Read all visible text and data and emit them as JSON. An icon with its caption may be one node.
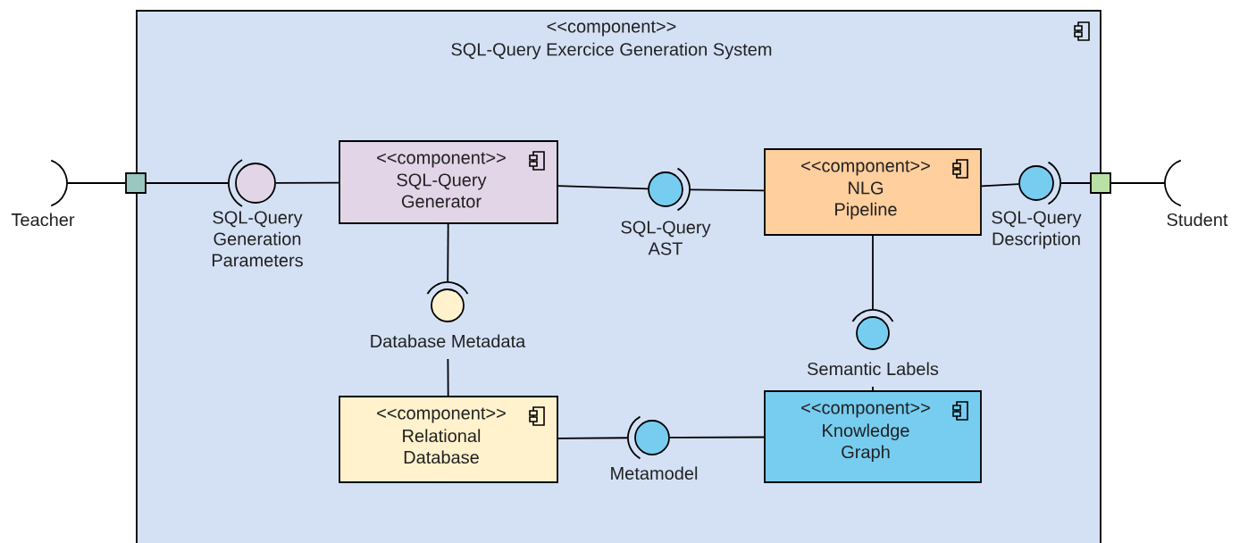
{
  "diagram": {
    "nodes": [
      {
        "text": [
          "<<component>>",
          "SQL-Query Exercice Generation System"
        ]
      },
      {
        "text": [
          "Teacher"
        ]
      },
      {
        "text": [],
        "shape": "box"
      },
      {
        "text": [
          "SQL-Query Generation Parameters"
        ],
        "in": 0
      },
      {
        "text": [
          "<<component>>",
          "SQL-Query Generator"
        ],
        "in": 0
      },
      {
        "text": [
          "SQL-Query AST"
        ],
        "in": 0
      },
      {
        "text": [
          "<<component>>",
          "NLG Pipeline"
        ],
        "in": 0
      },
      {
        "text": [
          "SQL-Query Description"
        ],
        "in": 0
      },
      {
        "text": [],
        "shape": "box"
      },
      {
        "text": [
          "Student"
        ]
      },
      {
        "text": [
          "Database Metadata"
        ],
        "in": 0
      },
      {
        "text": [
          "Semantic Labels"
        ],
        "in": 0
      },
      {
        "text": [
          "<<component>>",
          "Relational Database"
        ],
        "in": 0
      },
      {
        "text": [
          "Metamodel"
        ],
        "in": 0
      },
      {
        "text": [
          "<<component>>",
          "Knowledge Graph"
        ],
        "in": 0
      }
    ],
    "edges": [
      {
        "from": 1,
        "to": 2,
        "arrow": "none"
      },
      {
        "from": 2,
        "to": 3,
        "arrow": "none"
      },
      {
        "from": 3,
        "to": 4,
        "arrow": "none"
      },
      {
        "from": 4,
        "to": 5,
        "arrow": "none"
      },
      {
        "from": 5,
        "to": 6,
        "arrow": "none"
      },
      {
        "from": 6,
        "to": 7,
        "arrow": "none"
      },
      {
        "from": 7,
        "to": 8,
        "arrow": "none"
      },
      {
        "from": 8,
        "to": 9,
        "arrow": "none"
      },
      {
        "from": 4,
        "to": 10,
        "arrow": "none"
      },
      {
        "from": 10,
        "to": 12,
        "arrow": "none"
      },
      {
        "from": 6,
        "to": 11,
        "arrow": "none"
      },
      {
        "from": 11,
        "to": 14,
        "arrow": "none"
      },
      {
        "from": 12,
        "to": 13,
        "arrow": "none"
      },
      {
        "from": 13,
        "to": 14,
        "arrow": "none"
      }
    ]
  }
}
